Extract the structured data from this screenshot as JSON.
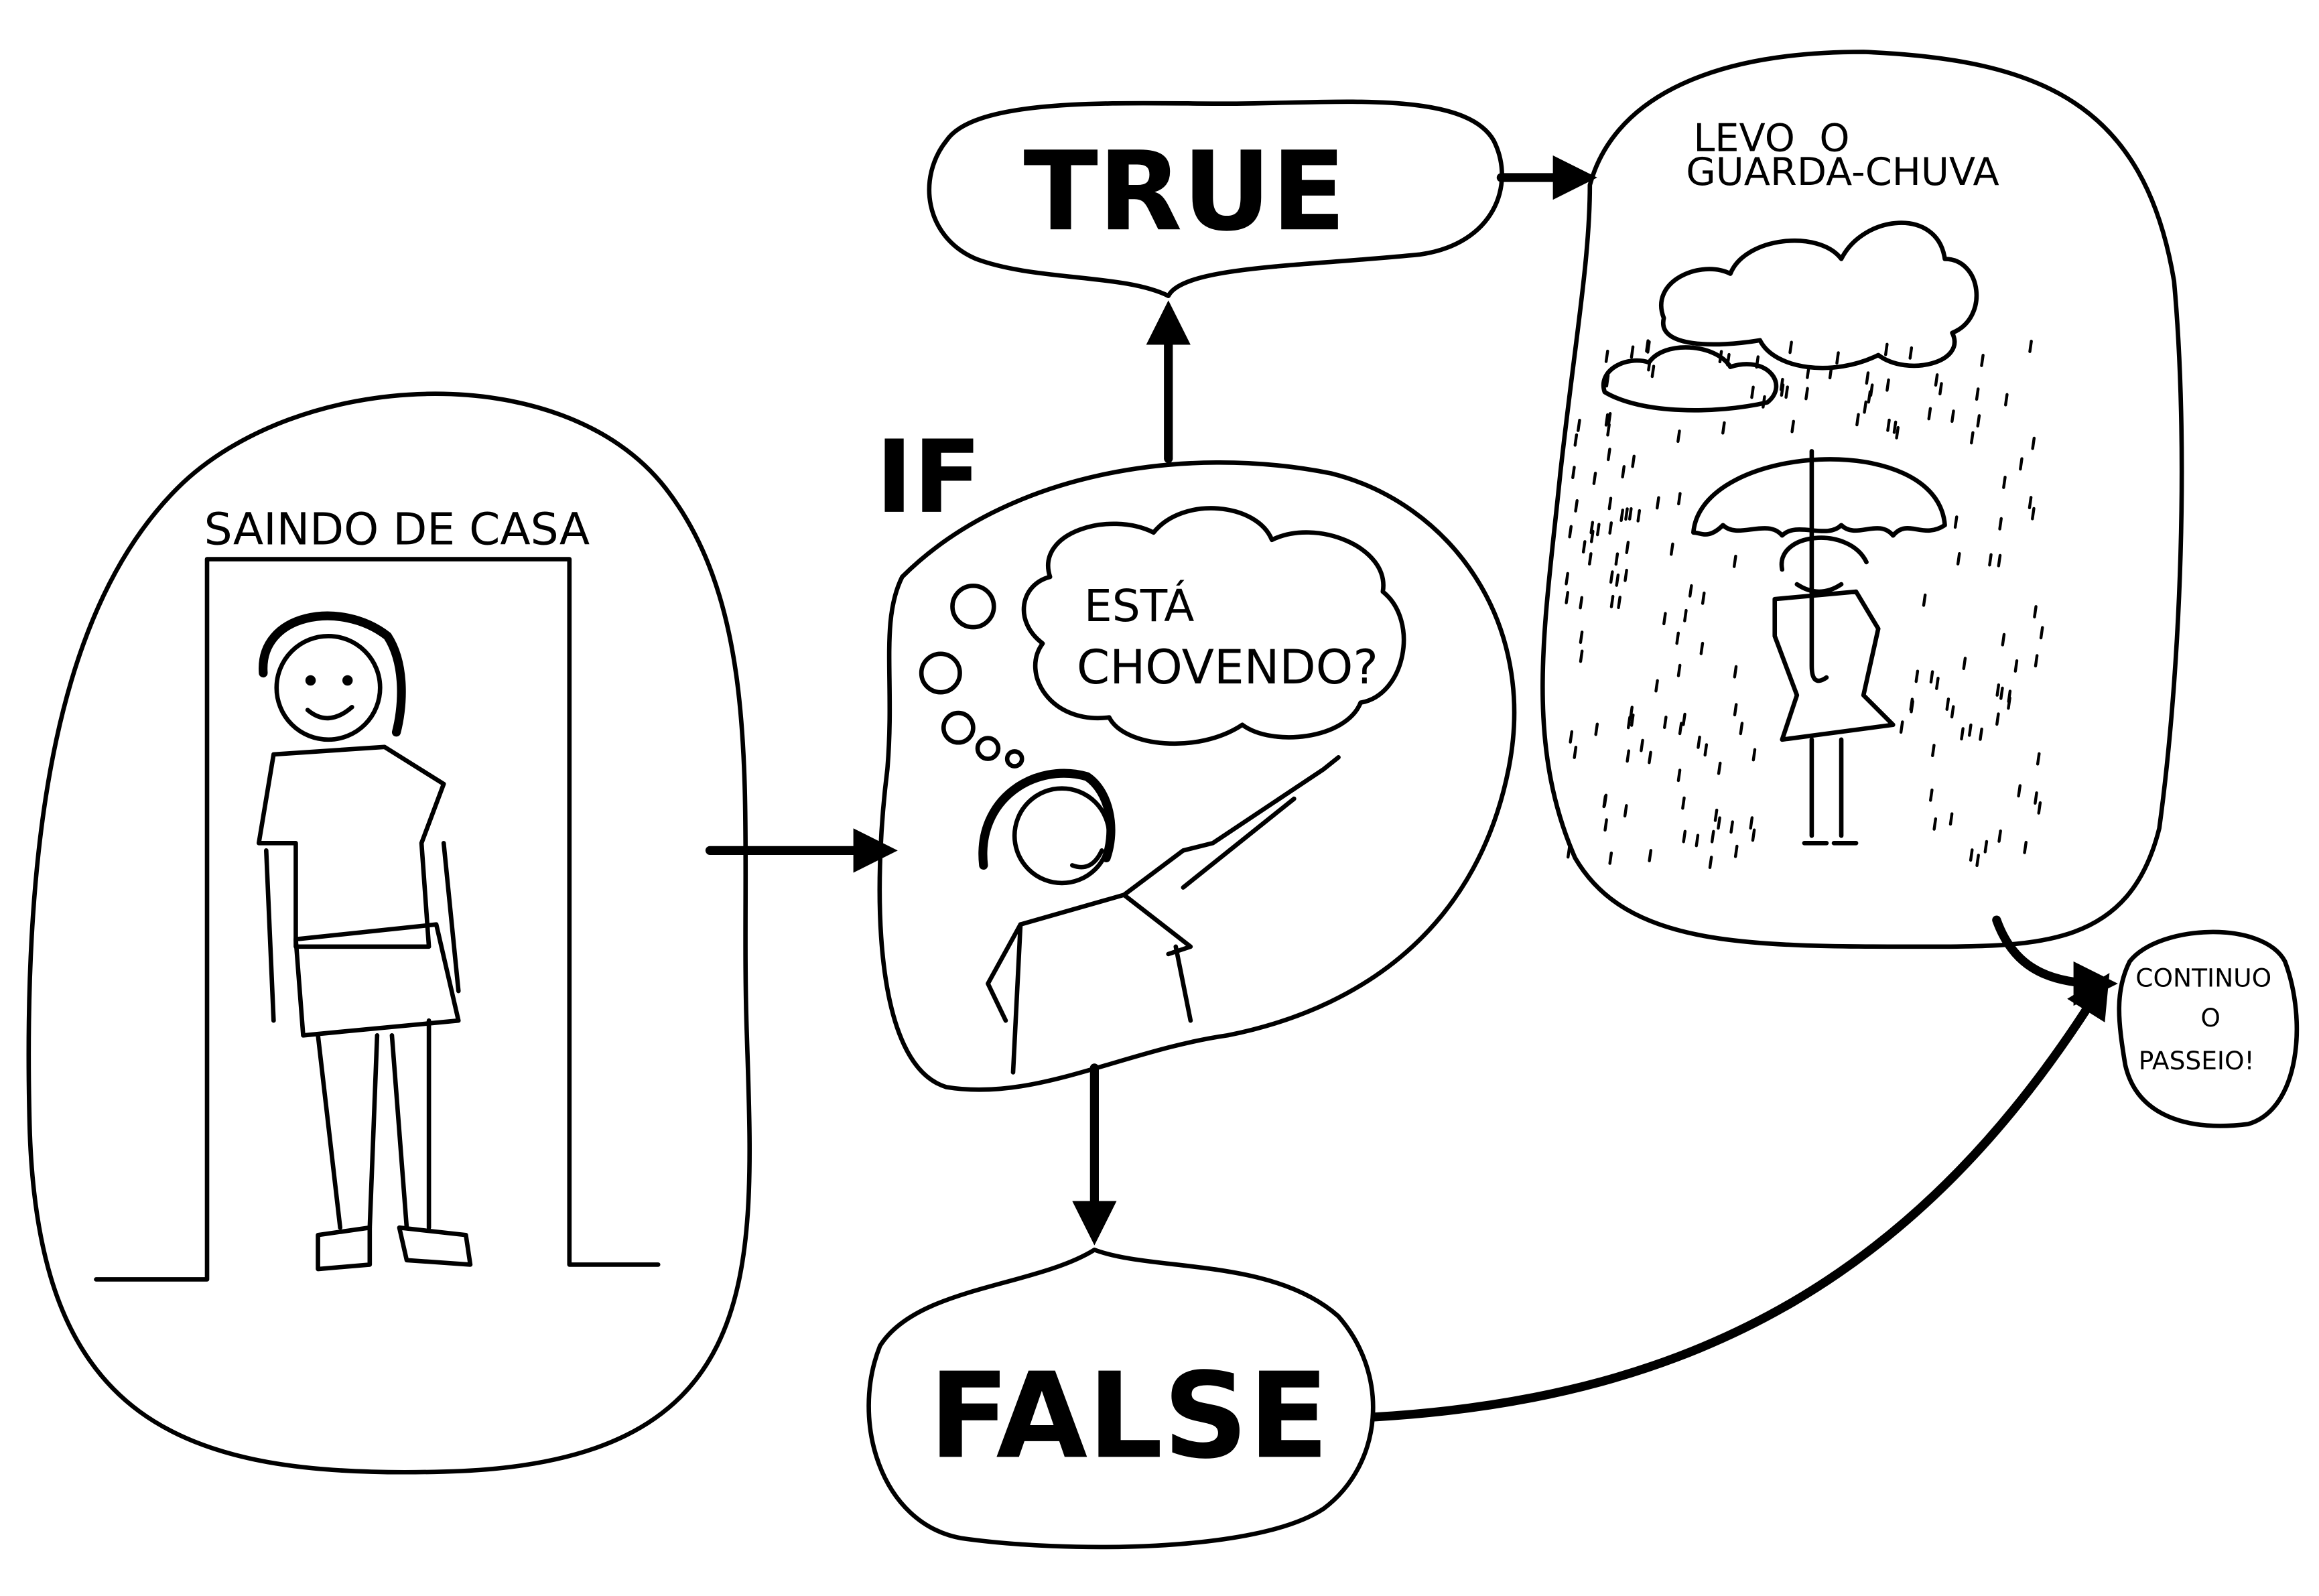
{
  "diagram": {
    "start": {
      "label": "SAINDO DE CASA"
    },
    "condition": {
      "keyword": "IF",
      "question_line1": "ESTÁ",
      "question_line2": "CHOVENDO?"
    },
    "true_branch": {
      "label": "TRUE",
      "action_line1": "LEVO  O",
      "action_line2": "GUARDA-CHUVA"
    },
    "false_branch": {
      "label": "FALSE"
    },
    "end": {
      "line1": "CONTINUO",
      "line2": "O",
      "line3": "PASSEIO!"
    }
  },
  "colors": {
    "ink": "#000000",
    "paper": "#ffffff"
  }
}
